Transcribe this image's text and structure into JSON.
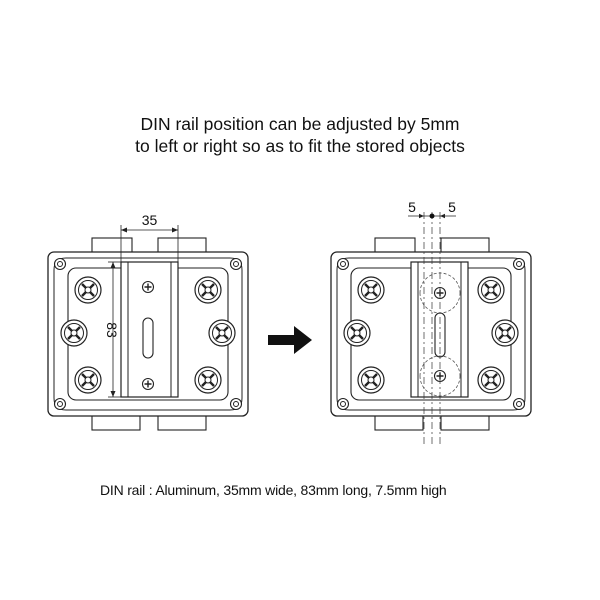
{
  "heading": {
    "line1": "DIN rail position can be adjusted by 5mm",
    "line2": "to left or right so as to fit the stored objects"
  },
  "left_box": {
    "width_dim": "35",
    "height_dim": "83"
  },
  "right_box": {
    "offset_left": "5",
    "offset_right": "5"
  },
  "caption": "DIN rail : Aluminum, 35mm wide, 83mm long, 7.5mm high",
  "icons": {
    "arrow": "arrow-right-icon",
    "screw": "screw-icon",
    "mount": "mounting-hole-icon"
  },
  "colors": {
    "line": "#222222",
    "arrow": "#111111"
  }
}
